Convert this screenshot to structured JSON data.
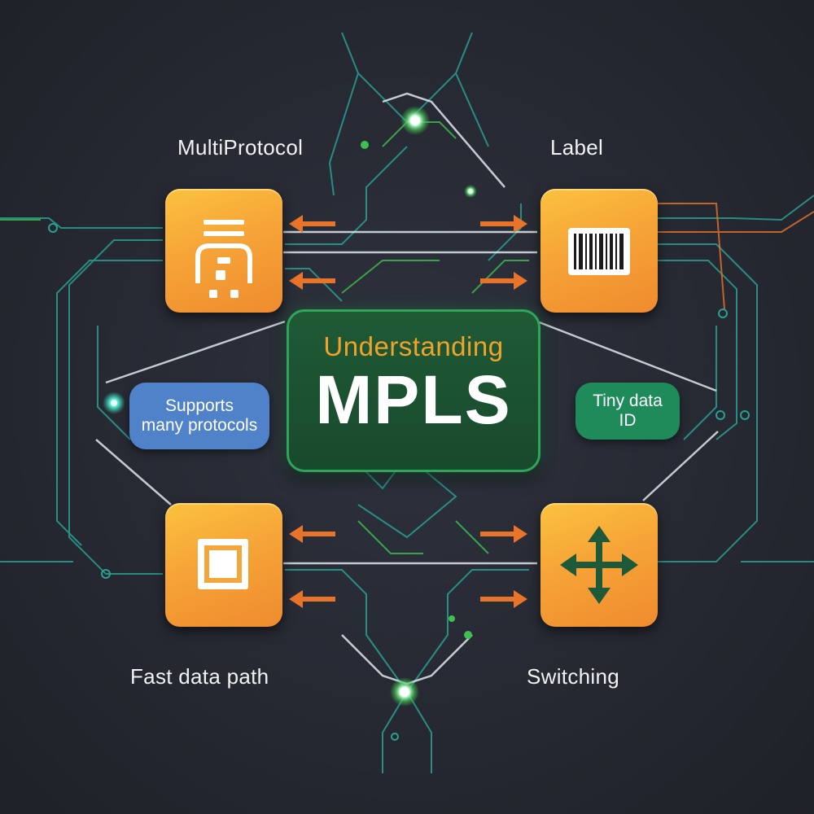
{
  "diagram": {
    "center": {
      "subtitle": "Understanding",
      "title": "MPLS"
    },
    "corner_labels": {
      "top_left": "MultiProtocol",
      "top_right": "Label",
      "bottom_left": "Fast data path",
      "bottom_right": "Switching"
    },
    "side_notes": {
      "left": [
        "Supports",
        "many protocols"
      ],
      "right": [
        "Tiny data",
        "ID"
      ]
    },
    "tiles": [
      {
        "position": "top-left",
        "icon": "stacked-layers-icon"
      },
      {
        "position": "top-right",
        "icon": "barcode-icon"
      },
      {
        "position": "bottom-left",
        "icon": "square-frame-icon"
      },
      {
        "position": "bottom-right",
        "icon": "move-arrows-icon"
      }
    ]
  },
  "colors": {
    "background": "#262932",
    "tile_orange": "#f6a437",
    "center_green": "#1f5a35",
    "center_border": "#2fa45a",
    "subtitle_orange": "#f0a32a",
    "arrow_orange": "#e8742a",
    "note_blue": "#4f82c9",
    "note_green": "#1f8a5a",
    "circuit_teal": "#2bb7a3",
    "circuit_green": "#3fbf4f",
    "circuit_white": "#dfe6ee",
    "icon_green": "#1e5a3a"
  }
}
